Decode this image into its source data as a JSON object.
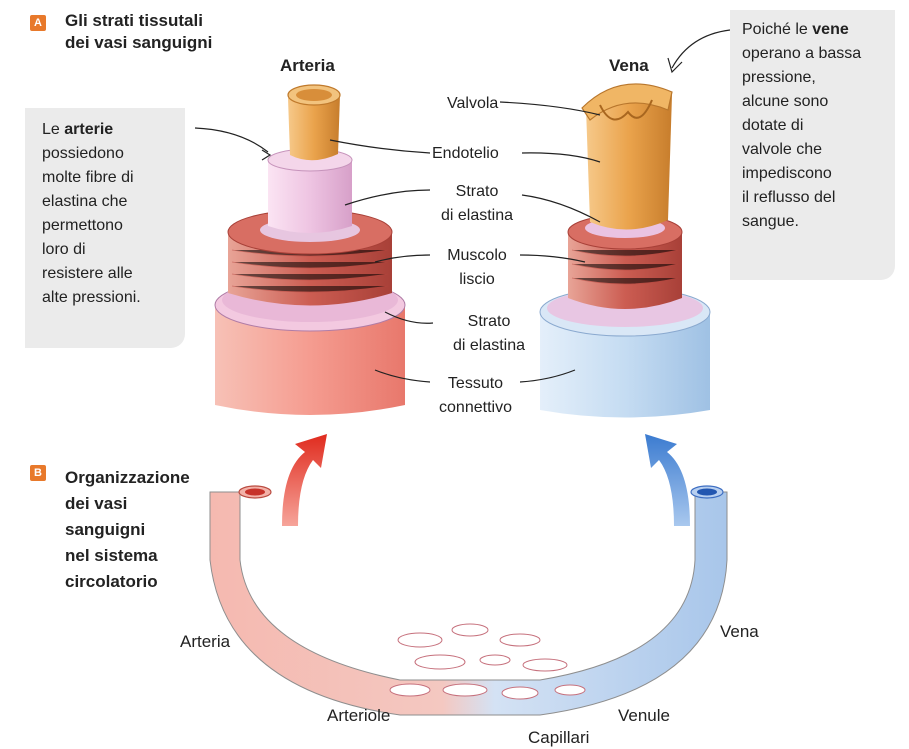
{
  "section_a": {
    "badge": "A",
    "title_line1": "Gli strati tissutali",
    "title_line2": "dei vasi sanguigni"
  },
  "section_b": {
    "badge": "B",
    "title_lines": [
      "Organizzazione",
      "dei vasi",
      "sanguigni",
      "nel sistema",
      "circolatorio"
    ]
  },
  "artery": {
    "title": "Arteria",
    "note": {
      "prefix": "Le ",
      "bold": "arterie",
      "lines_after": [
        " possiedono",
        "molte fibre di",
        "elastina che",
        "permettono",
        "loro di",
        "resistere alle",
        "alte pressioni."
      ]
    }
  },
  "vein": {
    "title": "Vena",
    "note": {
      "prefix": "Poiché le ",
      "bold": "vene",
      "lines_after": [
        "operano a bassa",
        "pressione,",
        "alcune sono",
        "dotate di",
        "valvole che",
        "impediscono",
        "il reflusso del",
        "sangue."
      ]
    }
  },
  "layer_labels": {
    "valvola": "Valvola",
    "endotelio": "Endotelio",
    "strato1_line1": "Strato",
    "strato1_line2": "di elastina",
    "muscolo_line1": "Muscolo",
    "muscolo_line2": "liscio",
    "strato2_line1": "Strato",
    "strato2_line2": "di elastina",
    "tessuto_line1": "Tessuto",
    "tessuto_line2": "connettivo"
  },
  "circulation_labels": {
    "arteria": "Arteria",
    "vena": "Vena",
    "arteriole": "Arteriole",
    "venule": "Venule",
    "capillari": "Capillari"
  },
  "colors": {
    "badge": "#e8792b",
    "note_bg": "#ebebeb",
    "artery_red": "#e2433a",
    "vein_blue": "#3f7fd0",
    "muscle": "#c9594e",
    "endothelium": "#e9a446",
    "elastin": "#e7b8d8",
    "connective_artery": "#f2a298",
    "connective_vein": "#bcd6ee"
  }
}
